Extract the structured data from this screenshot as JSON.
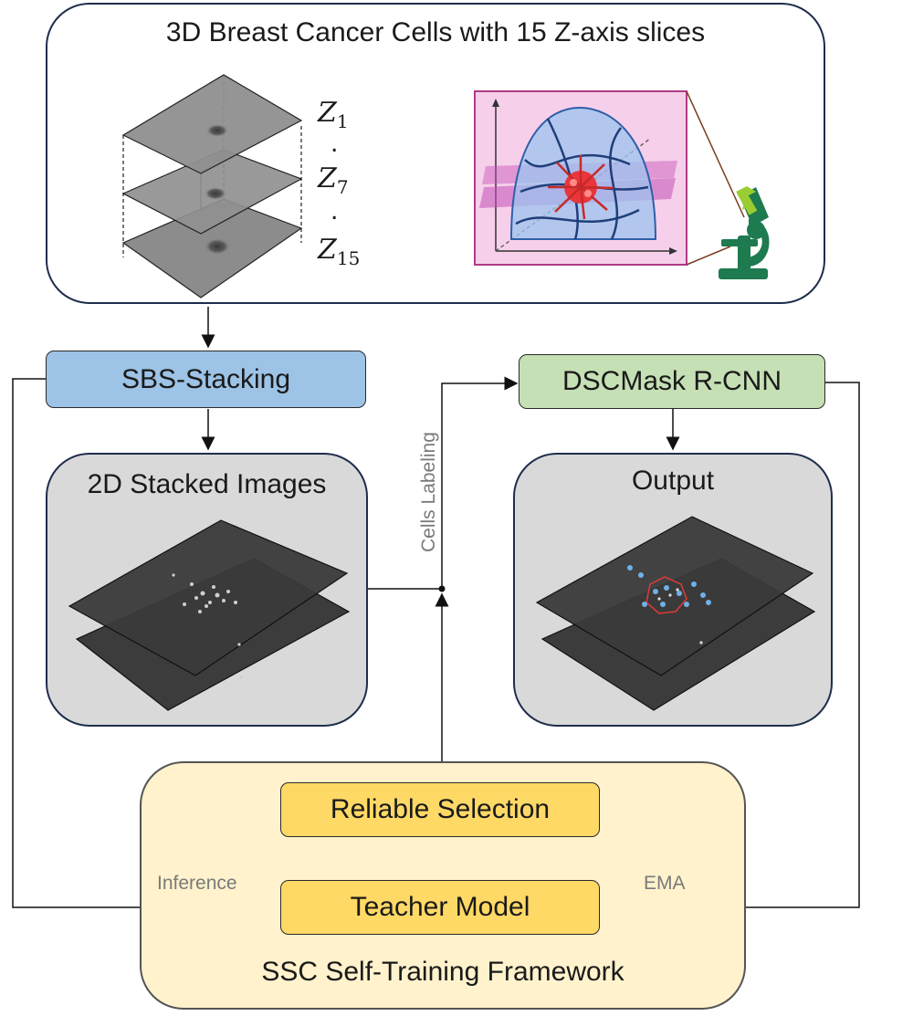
{
  "top_panel": {
    "title": "3D Breast Cancer Cells with 15 Z-axis slices",
    "slice_labels": [
      {
        "base": "Z",
        "sub": "1"
      },
      {
        "base": "Z",
        "sub": "7"
      },
      {
        "base": "Z",
        "sub": "15"
      }
    ],
    "slice_ellipsis": "."
  },
  "nodes": {
    "sbs_stacking": "SBS-Stacking",
    "dscmask_rcnn": "DSCMask R-CNN",
    "reliable_selection": "Reliable Selection",
    "teacher_model": "Teacher Model"
  },
  "panels": {
    "stacked_images_title": "2D Stacked Images",
    "output_title": "Output",
    "ssc_framework_title": "SSC Self-Training Framework"
  },
  "edge_labels": {
    "cells_labeling": "Cells Labeling",
    "inference": "Inference",
    "ema": "EMA"
  },
  "colors": {
    "panel_border": "#1f2d4d",
    "sbs_fill": "#9dc3e6",
    "dscmask_fill": "#c5e0b4",
    "ssc_fill": "#fff2cc",
    "ssc_node_fill": "#ffd966",
    "gray_panel_fill": "#d9d9d9",
    "microscope": "#1e7a4f"
  }
}
